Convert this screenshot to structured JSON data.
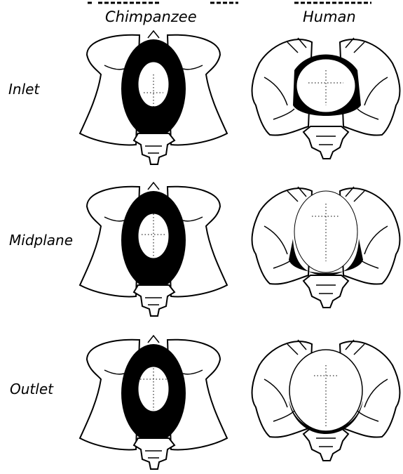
{
  "columns": {
    "left": "Chimpanzee",
    "right": "Human"
  },
  "rows": {
    "inlet": "Inlet",
    "midplane": "Midplane",
    "outlet": "Outlet"
  }
}
